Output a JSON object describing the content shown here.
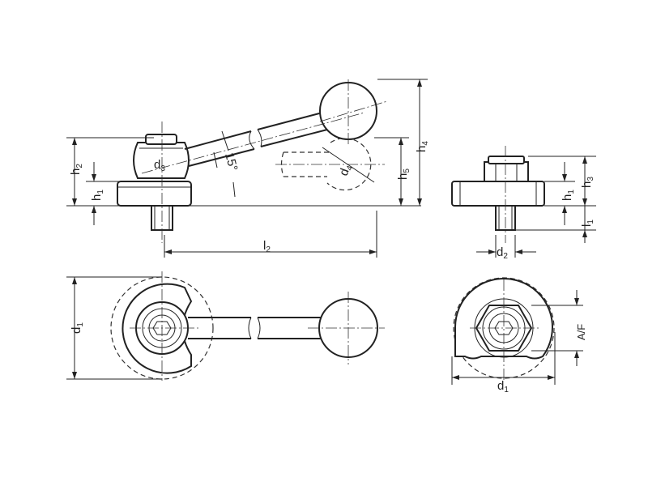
{
  "labels": {
    "h2": {
      "base": "h",
      "sub": "2"
    },
    "h1_left": {
      "base": "h",
      "sub": "1"
    },
    "d3": {
      "base": "d",
      "sub": "3"
    },
    "angle": "15°",
    "d4": {
      "base": "d",
      "sub": "4"
    },
    "h5": {
      "base": "h",
      "sub": "5"
    },
    "h4": {
      "base": "h",
      "sub": "4"
    },
    "l2": {
      "base": "l",
      "sub": "2"
    },
    "h1_right": {
      "base": "h",
      "sub": "1"
    },
    "h3": {
      "base": "h",
      "sub": "3"
    },
    "l1": {
      "base": "l",
      "sub": "1"
    },
    "d2": {
      "base": "d",
      "sub": "2"
    },
    "d1_left": {
      "base": "d",
      "sub": "1"
    },
    "d1_right": {
      "base": "d",
      "sub": "1"
    },
    "af": "A/F"
  },
  "colors": {
    "line": "#222222",
    "background": "#ffffff"
  }
}
